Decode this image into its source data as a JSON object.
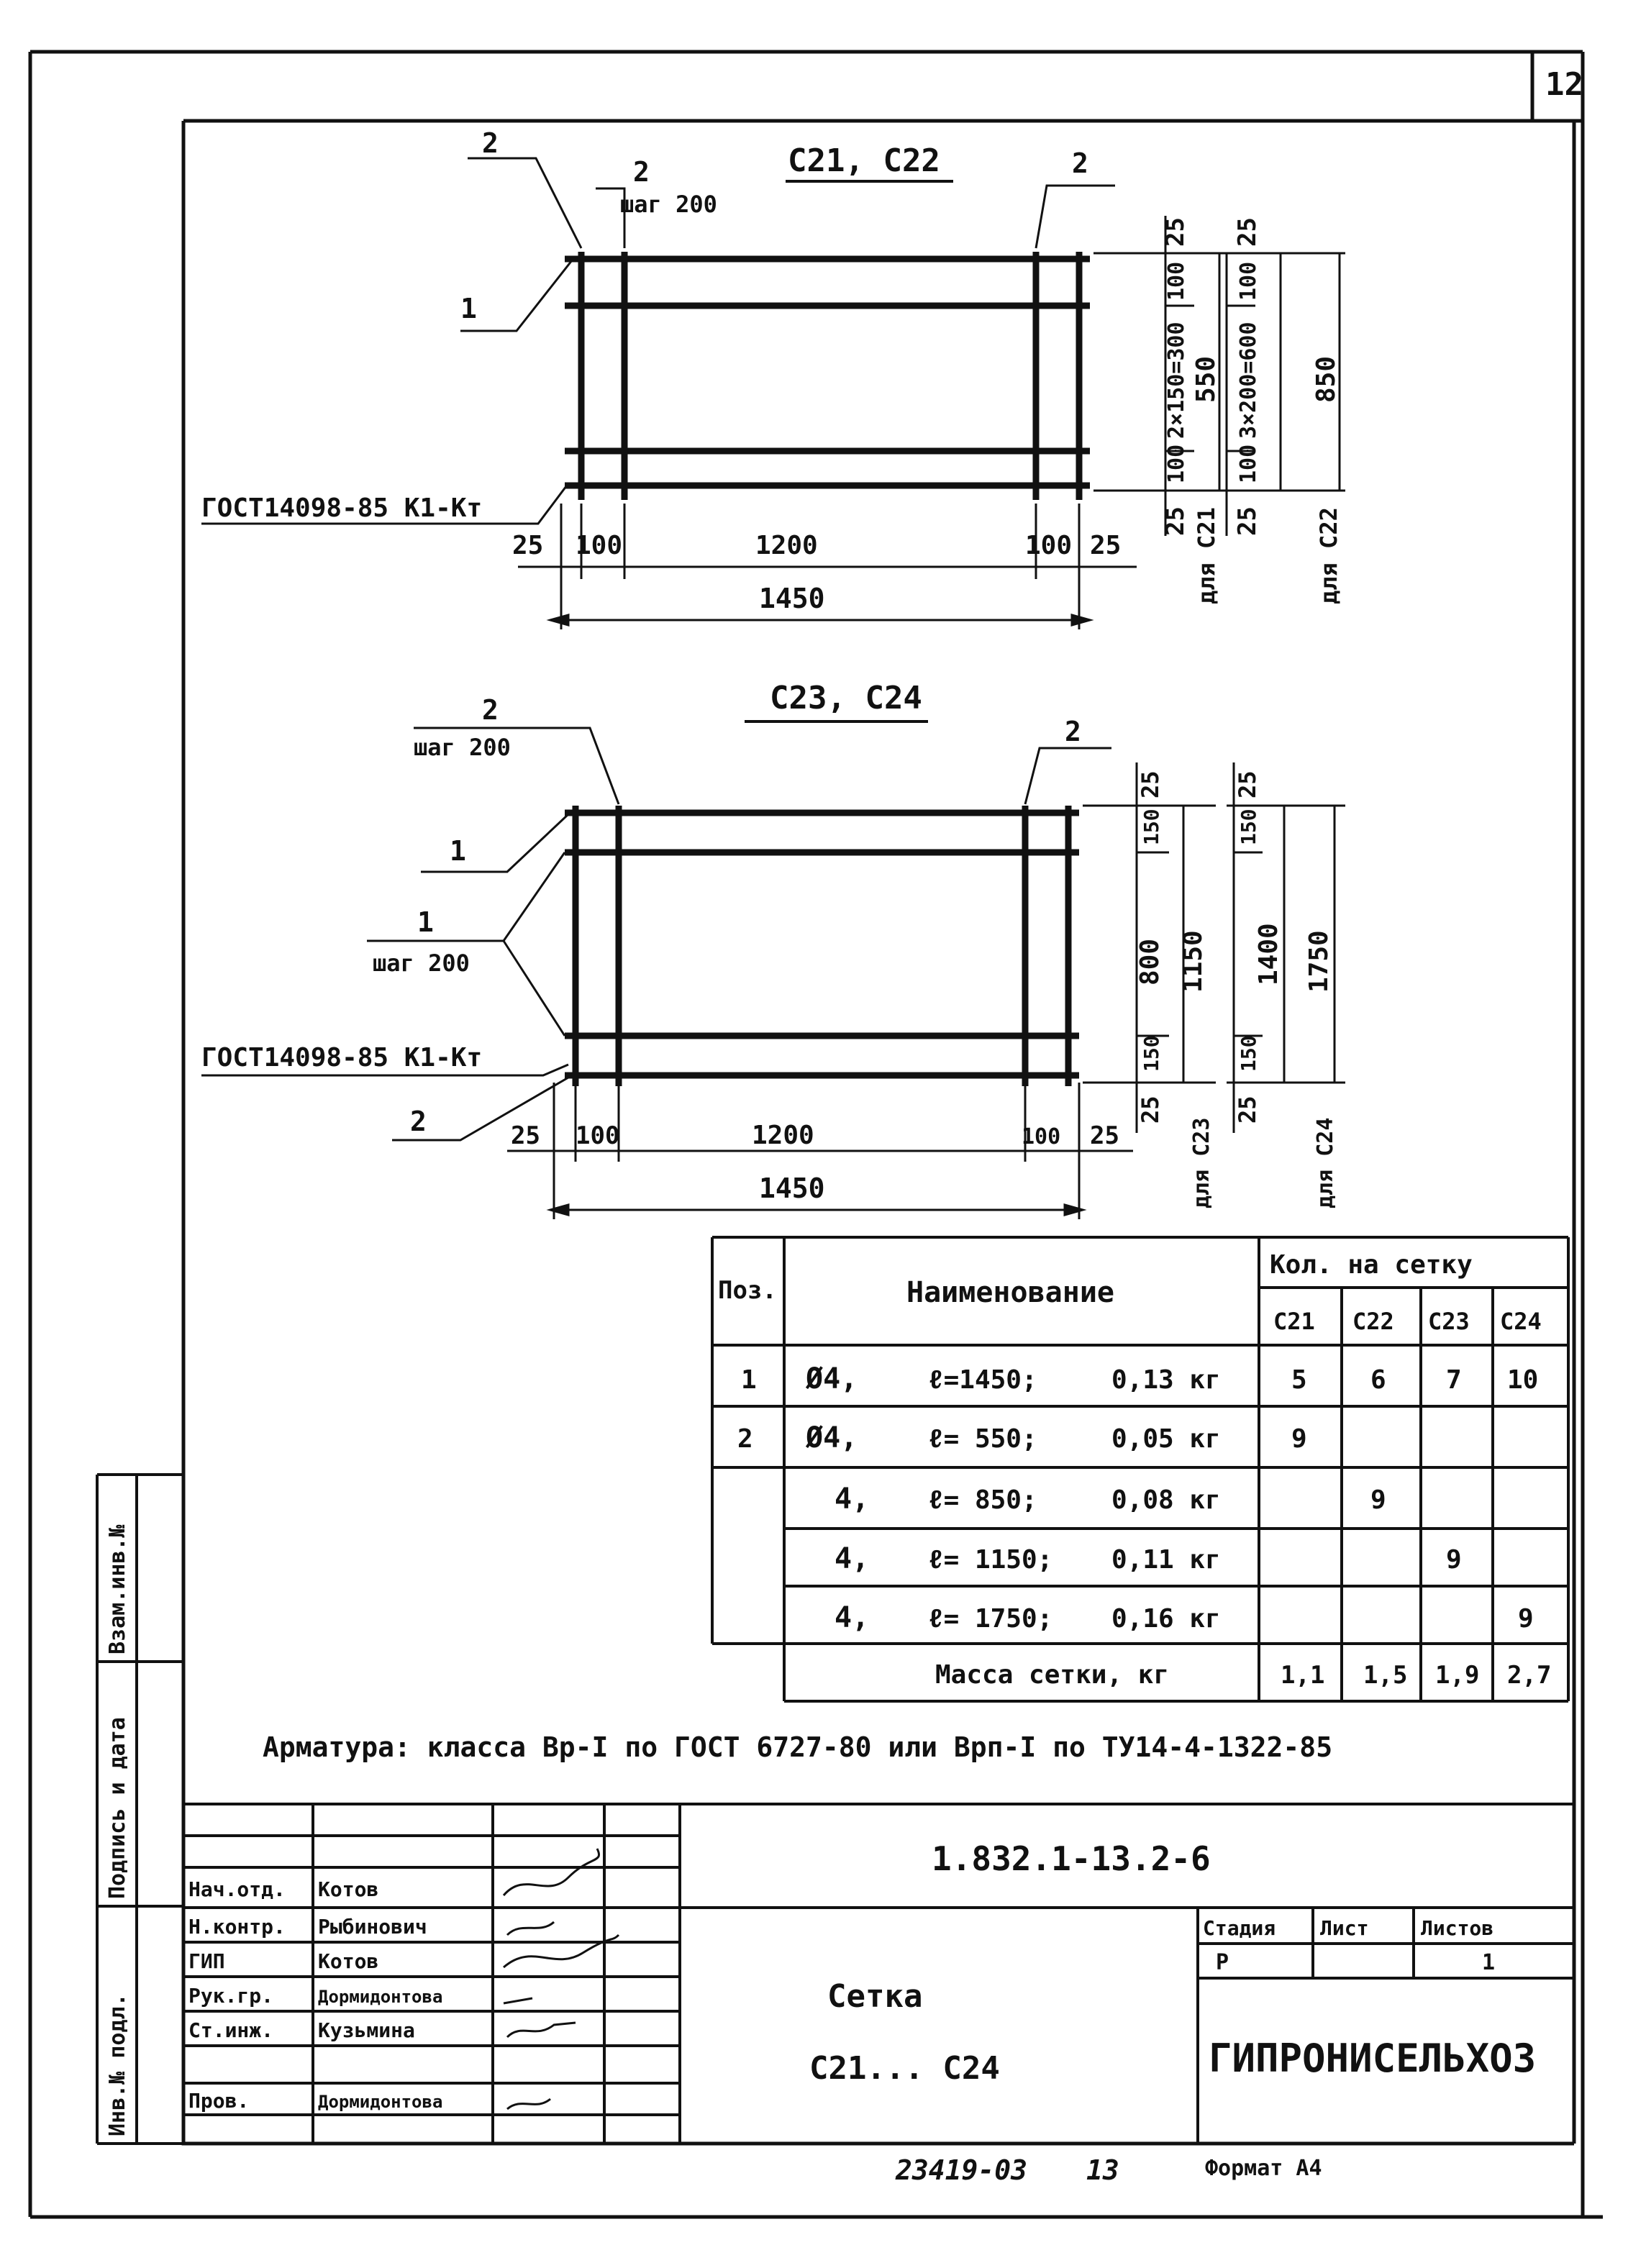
{
  "sheet_number": "12",
  "views": {
    "top": {
      "title": "С21, С22",
      "rebar_2_left": "2",
      "rebar_2_step_num": "2",
      "rebar_2_step": "шаг 200",
      "rebar_2_right": "2",
      "rebar_1": "1",
      "gost_label": "ГОСТ14098-85 К1-Кт",
      "dims_bottom": [
        "25",
        "100",
        "1200",
        "100",
        "25"
      ],
      "dim_total": "1450",
      "c21": {
        "d25a": "25",
        "d100a": "100",
        "inner": "2×150=300",
        "d100b": "100",
        "d25b": "25",
        "total": "550",
        "label": "для С21"
      },
      "c22": {
        "d25a": "25",
        "d100a": "100",
        "inner": "3×200=600",
        "d100b": "100",
        "d25b": "25",
        "total": "850",
        "label": "для С22"
      }
    },
    "bottom": {
      "title": "С23, С24",
      "rebar_2_step_num": "2",
      "rebar_2_step": "шаг 200",
      "rebar_2_right": "2",
      "rebar_1": "1",
      "rebar_1_step_num": "1",
      "rebar_1_step": "шаг 200",
      "gost_label": "ГОСТ14098-85 К1-Кт",
      "rebar_2_low": "2",
      "dims_bottom": [
        "25",
        "100",
        "1200",
        "100",
        "25"
      ],
      "dim_total": "1450",
      "c23": {
        "d25a": "25",
        "d150a": "150",
        "inner": "800",
        "d150b": "150",
        "d25b": "25",
        "total": "1150",
        "label": "для С23"
      },
      "c24": {
        "d25a": "25",
        "d150a": "150",
        "inner": "1400",
        "d150b": "150",
        "d25b": "25",
        "total": "1750",
        "label": "для С24"
      }
    }
  },
  "table": {
    "col_pos": "Поз.",
    "col_name": "Наименование",
    "col_qty": "Кол. на сетку",
    "grids": [
      "С21",
      "С22",
      "С23",
      "С24"
    ],
    "rows": [
      {
        "pos": "1",
        "dia": "Ø4,",
        "len": "ℓ=1450;",
        "mass": "0,13 кг",
        "q": [
          "5",
          "6",
          "7",
          "10"
        ]
      },
      {
        "pos": "2",
        "dia": "Ø4,",
        "len": "ℓ= 550;",
        "mass": "0,05 кг",
        "q": [
          "9",
          "",
          "",
          ""
        ]
      },
      {
        "pos": "",
        "dia": "4,",
        "len": "ℓ= 850;",
        "mass": "0,08 кг",
        "q": [
          "",
          "9",
          "",
          ""
        ]
      },
      {
        "pos": "",
        "dia": "4,",
        "len": "ℓ= 1150;",
        "mass": "0,11 кг",
        "q": [
          "",
          "",
          "9",
          ""
        ]
      },
      {
        "pos": "",
        "dia": "4,",
        "len": "ℓ= 1750;",
        "mass": "0,16 кг",
        "q": [
          "",
          "",
          "",
          "9"
        ]
      }
    ],
    "mass_label": "Масса сетки, кг",
    "mass_values": [
      "1,1",
      "1,5",
      "1,9",
      "2,7"
    ]
  },
  "note": "Арматура: класса Вр-I по ГОСТ 6727-80 или Врп-I по ТУ14-4-1322-85",
  "side_stamps": [
    "Взам.инв.№",
    "Подпись и дата",
    "Инв.№ подл."
  ],
  "title_block": {
    "doc_code": "1.832.1-13.2-6",
    "people": [
      {
        "role": "Нач.отд.",
        "name": "Котов"
      },
      {
        "role": "Н.контр.",
        "name": "Рыбинович"
      },
      {
        "role": "ГИП",
        "name": "Котов"
      },
      {
        "role": "Рук.гр.",
        "name": "Дормидонтова"
      },
      {
        "role": "Ст.инж.",
        "name": "Кузьмина"
      },
      {
        "role": "Пров.",
        "name": "Дормидонтова"
      }
    ],
    "item_name": "Сетка",
    "item_range": "С21... С24",
    "stage_label": "Стадия",
    "sheet_label": "Лист",
    "sheets_label": "Листов",
    "stage": "Р",
    "sheets": "1",
    "org": "ГИПРОНИСЕЛЬХОЗ"
  },
  "footer": {
    "inv": "23419-03",
    "page": "13",
    "format": "Формат А4"
  }
}
